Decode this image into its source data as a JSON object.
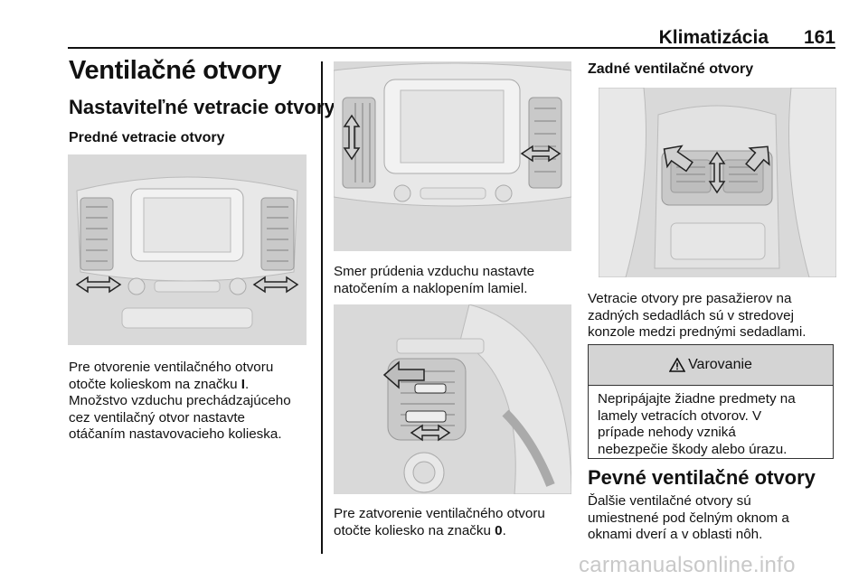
{
  "header": {
    "title": "Klimatizácia",
    "page_number": "161"
  },
  "col1": {
    "h1": "Ventilačné otvory",
    "h2": "Nastaviteľné vetracie otvory",
    "h3": "Predné vetracie otvory",
    "para_lines": [
      "Pre otvorenie ventilačného otvoru",
      "otočte kolieskom na značku ",
      "Množstvo vzduchu prechádzajúceho",
      "cez ventilačný otvor nastavte",
      "otáčaním nastavovacieho kolieska."
    ],
    "mark_open": "I",
    "mark_open_suffix": "."
  },
  "col2": {
    "para1_lines": [
      "Smer prúdenia vzduchu nastavte",
      "natočením a naklopením lamiel."
    ],
    "para2_lines": [
      "Pre zatvorenie ventilačného otvoru",
      "otočte koliesko na značku "
    ],
    "mark_close": "0",
    "mark_close_suffix": "."
  },
  "col3": {
    "h3": "Zadné ventilačné otvory",
    "para_lines": [
      "Vetracie otvory pre pasažierov na",
      "zadných sedadlách sú v stredovej",
      "konzole medzi prednými sedadlami."
    ],
    "warning": {
      "icon": "warning-triangle-icon",
      "title": "Varovanie",
      "lines": [
        "Nepripájajte žiadne predmety na",
        "lamely vetracích otvorov. V",
        "prípade nehody vzniká",
        "nebezpečie škody alebo úrazu."
      ]
    },
    "h2": "Pevné ventilačné otvory",
    "para2_lines": [
      "Ďalšie ventilačné otvory sú",
      "umiestnené pod čelným oknom a",
      "oknami dverí a v oblasti nôh."
    ]
  },
  "watermark": "carmanualsonline.info"
}
